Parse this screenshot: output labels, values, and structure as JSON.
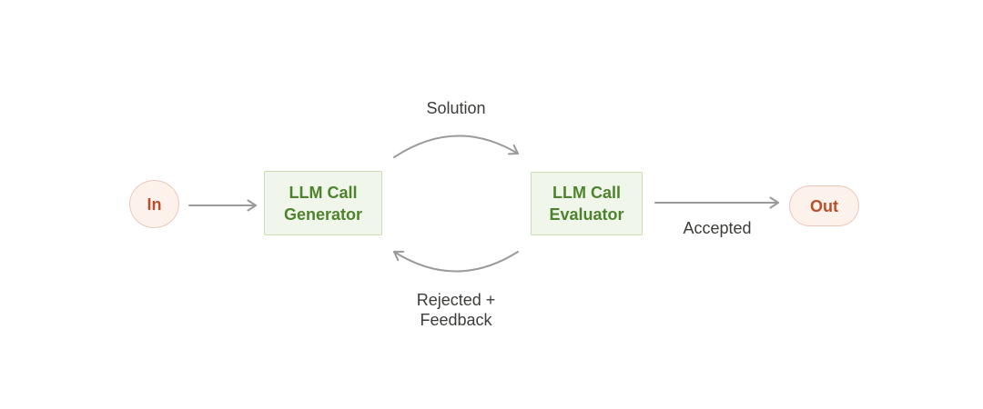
{
  "nodes": {
    "input": {
      "label": "In"
    },
    "generator": {
      "label": "LLM Call\nGenerator"
    },
    "evaluator": {
      "label": "LLM Call\nEvaluator"
    },
    "output": {
      "label": "Out"
    }
  },
  "edges": {
    "solution": {
      "label": "Solution"
    },
    "rejected_feedback": {
      "label": "Rejected +\nFeedback"
    },
    "accepted": {
      "label": "Accepted"
    }
  },
  "colors": {
    "green_fill": "#f1f6ea",
    "green_border": "#c9dcb5",
    "green_text": "#4e832d",
    "pink_fill": "#fdf1ec",
    "pink_border": "#ecc8ba",
    "red_text": "#bb4f2a",
    "arrow": "#9a9a98",
    "label_text": "#3d3c39",
    "background": "#ffffff"
  }
}
